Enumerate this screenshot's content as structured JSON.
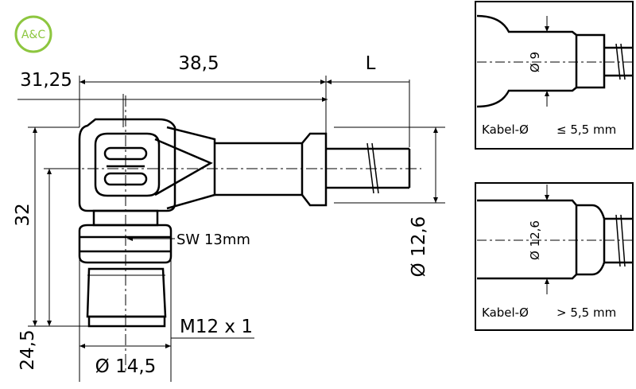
{
  "logo": {
    "text": "A&C",
    "color": "#8dc63f"
  },
  "main": {
    "dim_width_top": "38,5",
    "dim_width_left": "31,25",
    "dim_length": "L",
    "dim_height": "32",
    "dim_bottom": "24,5",
    "dim_cable_dia": "Ø 12,6",
    "wrench": "SW 13mm",
    "thread": "M12 x 1",
    "dia_nut": "Ø 14,5"
  },
  "detail_top": {
    "dia": "Ø 9",
    "cable_label": "Kabel-Ø",
    "cable_value": "≤ 5,5 mm"
  },
  "detail_bottom": {
    "dia": "Ø 12,6",
    "cable_label": "Kabel-Ø",
    "cable_value": "> 5,5 mm"
  },
  "colors": {
    "line": "#000000",
    "logo": "#8dc63f"
  }
}
